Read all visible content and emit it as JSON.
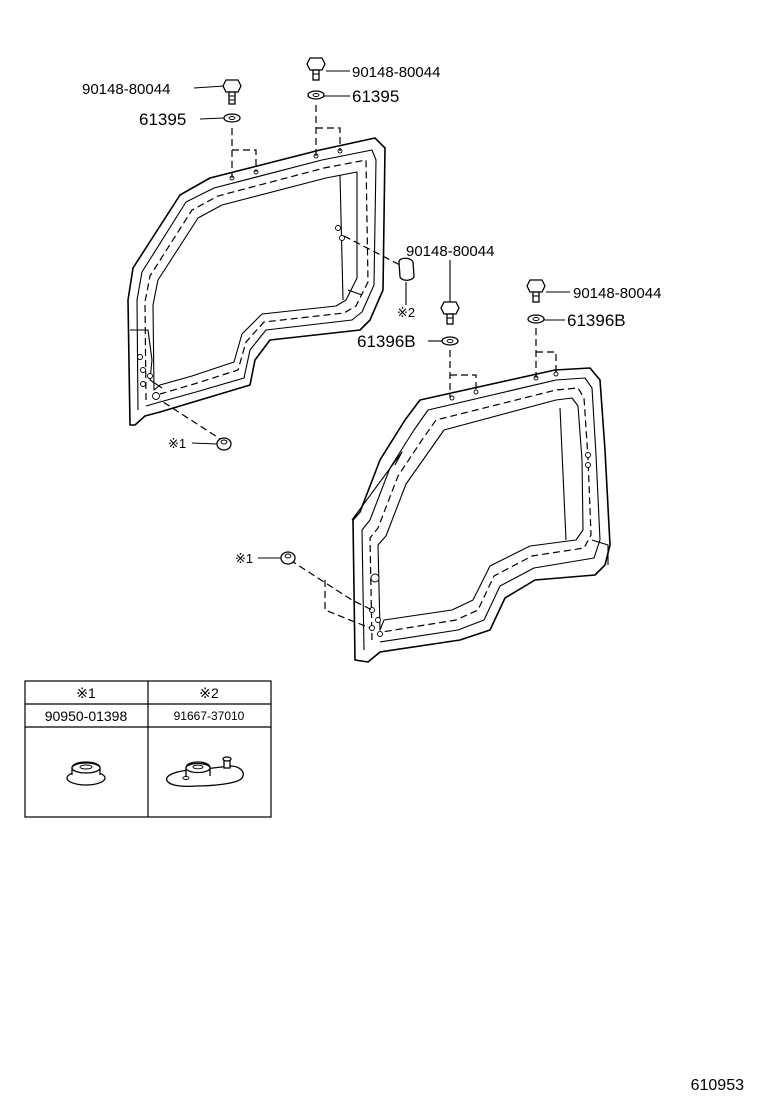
{
  "labels": {
    "bolt_upper_left": "90148-80044",
    "bolt_upper_center": "90148-80044",
    "washer_upper_left": "61395",
    "washer_upper_center": "61395",
    "bolt_middle": "90148-80044",
    "washer_middle": "61396B",
    "bolt_right": "90148-80044",
    "washer_right": "61396B",
    "callout_grommet_left": "※1",
    "callout_clip": "※2",
    "callout_grommet_right": "※1"
  },
  "parts_table": {
    "headers": [
      "※1",
      "※2"
    ],
    "part_numbers": [
      "90950-01398",
      "91667-37010"
    ]
  },
  "figure_number": "610953"
}
